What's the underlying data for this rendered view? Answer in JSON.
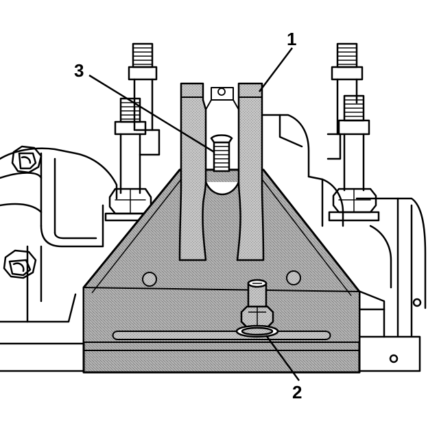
{
  "callouts": [
    {
      "id": "1",
      "label": "1"
    },
    {
      "id": "2",
      "label": "2"
    },
    {
      "id": "3",
      "label": "3"
    }
  ],
  "colors": {
    "line": "#000000",
    "fill": "#ffffff",
    "tool_shading": "#9a9a9a",
    "tool_shading_light": "#c8c8c8"
  }
}
